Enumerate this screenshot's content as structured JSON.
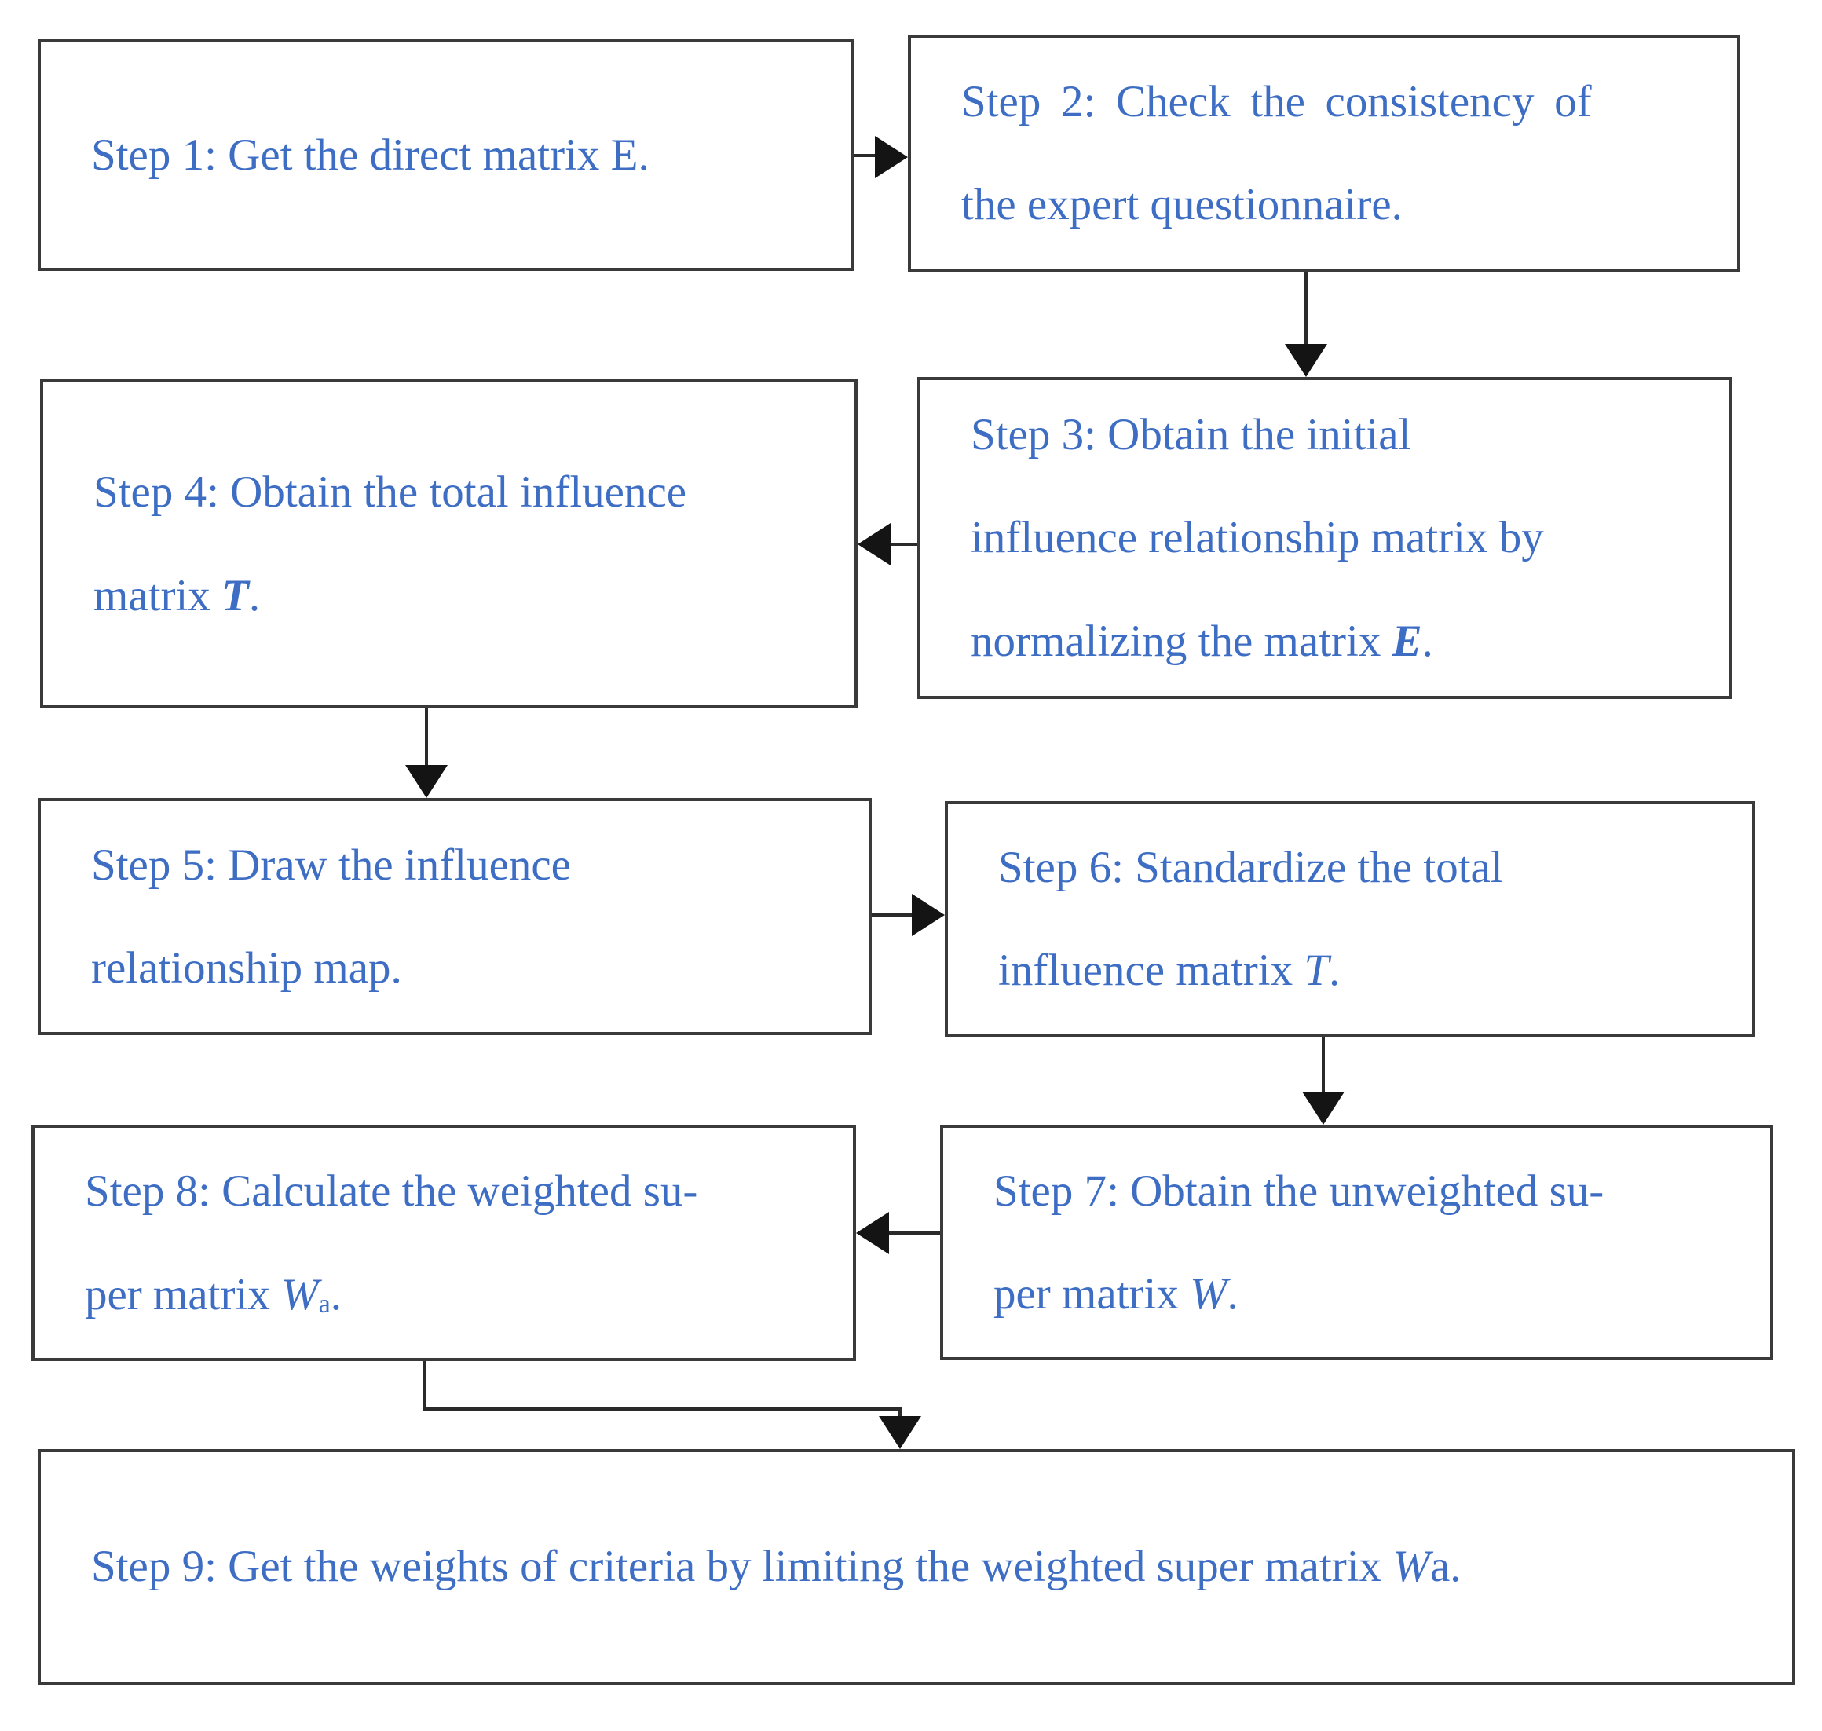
{
  "colors": {
    "text": "#3E6EC4",
    "box_border": "#3A3A3A",
    "arrow": "#141414",
    "background": "#FFFFFF"
  },
  "boxes": [
    {
      "name": "step-1",
      "lines": [
        {
          "segs": [
            {
              "t": "Step 1: Get the direct matrix E."
            }
          ]
        }
      ]
    },
    {
      "name": "step-2",
      "lines": [
        {
          "segs": [
            {
              "t": "Step 2: Check the consistency of"
            }
          ]
        },
        {
          "segs": [
            {
              "t": "the expert questionnaire."
            }
          ]
        }
      ]
    },
    {
      "name": "step-3",
      "lines": [
        {
          "segs": [
            {
              "t": "Step 3: Obtain the initial"
            }
          ]
        },
        {
          "segs": [
            {
              "t": "influence relationship matrix by"
            }
          ]
        },
        {
          "segs": [
            {
              "t": "normalizing the matrix "
            },
            {
              "t": "E"
            },
            {
              "t": "."
            }
          ]
        }
      ]
    },
    {
      "name": "step-4",
      "lines": [
        {
          "segs": [
            {
              "t": "Step 4: Obtain the total influence"
            }
          ]
        },
        {
          "segs": [
            {
              "t": "matrix "
            },
            {
              "t": "T"
            },
            {
              "t": "."
            }
          ]
        }
      ]
    },
    {
      "name": "step-5",
      "lines": [
        {
          "segs": [
            {
              "t": "Step 5: Draw the influence"
            }
          ]
        },
        {
          "segs": [
            {
              "t": "relationship map."
            }
          ]
        }
      ]
    },
    {
      "name": "step-6",
      "lines": [
        {
          "segs": [
            {
              "t": "Step 6: Standardize the total"
            }
          ]
        },
        {
          "segs": [
            {
              "t": "influence matrix "
            },
            {
              "t": "T"
            },
            {
              "t": "."
            }
          ]
        }
      ]
    },
    {
      "name": "step-7",
      "lines": [
        {
          "segs": [
            {
              "t": "Step 7: Obtain the unweighted su-"
            }
          ]
        },
        {
          "segs": [
            {
              "t": "per matrix "
            },
            {
              "t": "W"
            },
            {
              "t": "."
            }
          ]
        }
      ]
    },
    {
      "name": "step-8",
      "lines": [
        {
          "segs": [
            {
              "t": "Step 8: Calculate the weighted su-"
            }
          ]
        },
        {
          "segs": [
            {
              "t": "per matrix "
            },
            {
              "t": "W"
            },
            {
              "t": "a"
            },
            {
              "t": "."
            }
          ]
        }
      ]
    },
    {
      "name": "step-9",
      "lines": [
        {
          "segs": [
            {
              "t": "Step 9: Get the weights of criteria by limiting the weighted super matrix "
            },
            {
              "t": "W"
            },
            {
              "t": "a."
            }
          ]
        }
      ]
    }
  ],
  "arrows": [
    {
      "from": "step-1",
      "to": "step-2",
      "direction": "right"
    },
    {
      "from": "step-2",
      "to": "step-3",
      "direction": "down"
    },
    {
      "from": "step-3",
      "to": "step-4",
      "direction": "left"
    },
    {
      "from": "step-4",
      "to": "step-5",
      "direction": "down"
    },
    {
      "from": "step-5",
      "to": "step-6",
      "direction": "right"
    },
    {
      "from": "step-6",
      "to": "step-7",
      "direction": "down"
    },
    {
      "from": "step-7",
      "to": "step-8",
      "direction": "left"
    },
    {
      "from": "step-8",
      "to": "step-9",
      "direction": "down-bent"
    }
  ]
}
